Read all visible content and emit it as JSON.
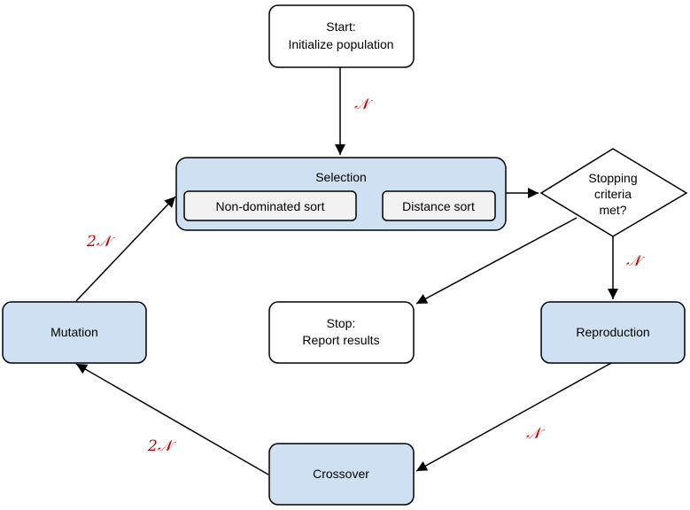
{
  "nodes": {
    "start": {
      "line1": "Start:",
      "line2": "Initialize population"
    },
    "selection": {
      "title": "Selection",
      "sub1": "Non-dominated sort",
      "sub2": "Distance sort"
    },
    "stopping": {
      "line1": "Stopping",
      "line2": "criteria",
      "line3": "met?"
    },
    "stop": {
      "line1": "Stop:",
      "line2": "Report results"
    },
    "reproduction": {
      "label": "Reproduction"
    },
    "crossover": {
      "label": "Crossover"
    },
    "mutation": {
      "label": "Mutation"
    }
  },
  "edge_labels": {
    "start_to_selection": "𝒩",
    "stopping_to_reproduction": "𝒩",
    "reproduction_to_crossover": "𝒩",
    "crossover_to_mutation": "2𝒩",
    "mutation_to_selection": "2𝒩"
  },
  "colors": {
    "blue_fill": "#cfe0f3",
    "white_fill": "#ffffff",
    "inner_fill": "#f2f2f2",
    "stroke": "#000000",
    "edge_label": "#c00000"
  }
}
